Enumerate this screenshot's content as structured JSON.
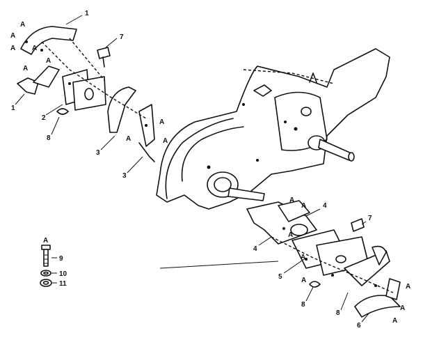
{
  "diagram": {
    "letter_label": "A",
    "part_labels": [
      {
        "key": "p1a",
        "text": "1"
      },
      {
        "key": "p7a",
        "text": "7"
      },
      {
        "key": "p1b",
        "text": "1"
      },
      {
        "key": "p2",
        "text": "2"
      },
      {
        "key": "p8a",
        "text": "8"
      },
      {
        "key": "p3a",
        "text": "3"
      },
      {
        "key": "p3b",
        "text": "3"
      },
      {
        "key": "p4a",
        "text": "4"
      },
      {
        "key": "p7b",
        "text": "7"
      },
      {
        "key": "p4b",
        "text": "4"
      },
      {
        "key": "p5",
        "text": "5"
      },
      {
        "key": "p8b",
        "text": "8"
      },
      {
        "key": "p8c",
        "text": "8"
      },
      {
        "key": "p6",
        "text": "6"
      }
    ],
    "legend": [
      {
        "num": "9"
      },
      {
        "num": "10"
      },
      {
        "num": "11"
      }
    ]
  }
}
